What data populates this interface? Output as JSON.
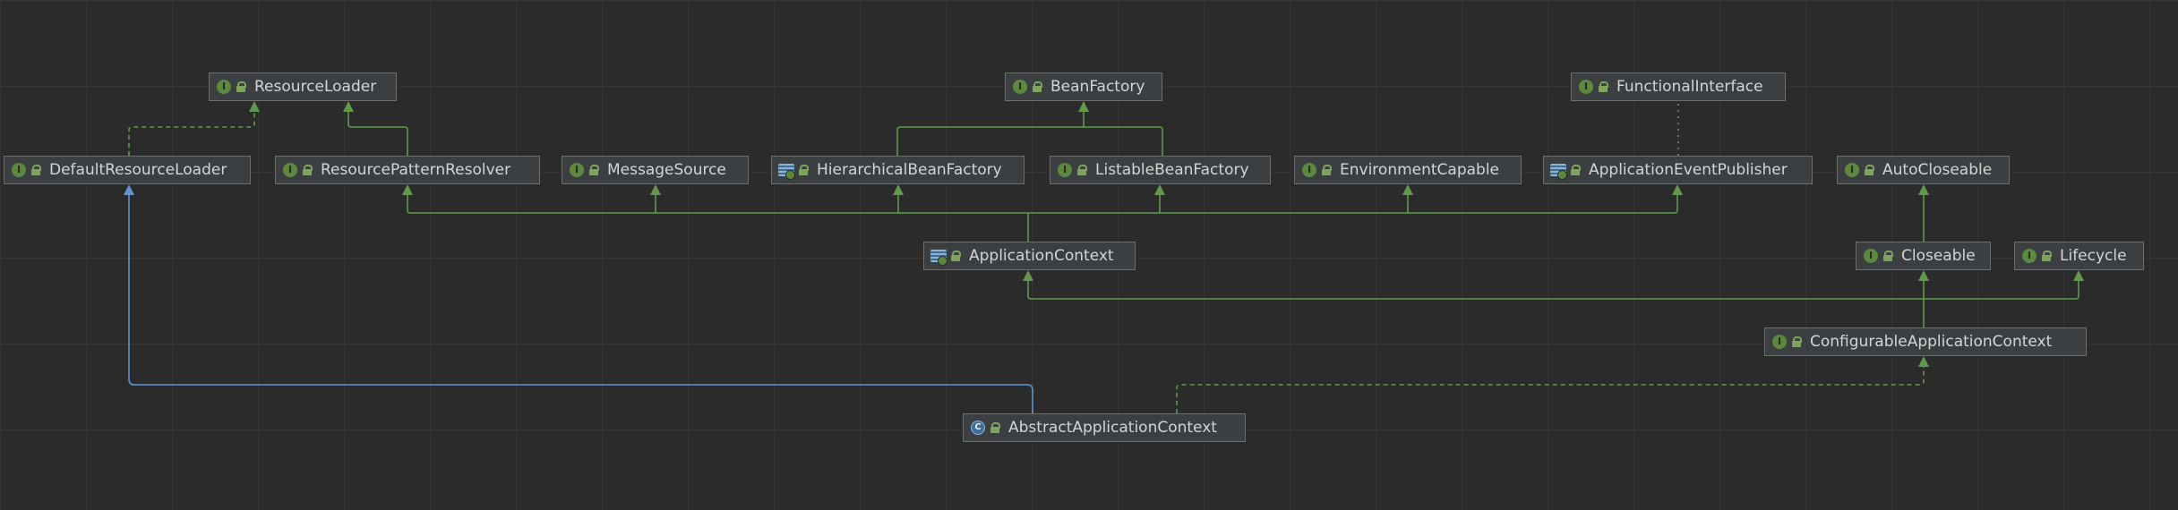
{
  "diagram": {
    "colors": {
      "background": "#2b2b2b",
      "extends_edge": "#5f9b4b",
      "implements_edge": "#5f9b4b",
      "class_extends_edge": "#5c93d8"
    },
    "nodes": [
      {
        "id": "resource-loader",
        "label": "ResourceLoader",
        "kind": "interface",
        "icon": "interface-icon"
      },
      {
        "id": "bean-factory",
        "label": "BeanFactory",
        "kind": "interface",
        "icon": "interface-icon"
      },
      {
        "id": "functional-interface",
        "label": "FunctionalInterface",
        "kind": "annotation",
        "icon": "annotation-icon"
      },
      {
        "id": "default-resource-loader",
        "label": "DefaultResourceLoader",
        "kind": "class",
        "icon": "interface-icon"
      },
      {
        "id": "resource-pattern-resolver",
        "label": "ResourcePatternResolver",
        "kind": "interface",
        "icon": "interface-icon"
      },
      {
        "id": "message-source",
        "label": "MessageSource",
        "kind": "interface",
        "icon": "interface-icon"
      },
      {
        "id": "hierarchical-bean-factory",
        "label": "HierarchicalBeanFactory",
        "kind": "interface",
        "icon": "generic-interface-icon"
      },
      {
        "id": "listable-bean-factory",
        "label": "ListableBeanFactory",
        "kind": "interface",
        "icon": "interface-icon"
      },
      {
        "id": "environment-capable",
        "label": "EnvironmentCapable",
        "kind": "interface",
        "icon": "interface-icon"
      },
      {
        "id": "application-event-publisher",
        "label": "ApplicationEventPublisher",
        "kind": "interface",
        "icon": "generic-interface-icon"
      },
      {
        "id": "auto-closeable",
        "label": "AutoCloseable",
        "kind": "interface",
        "icon": "interface-icon"
      },
      {
        "id": "application-context",
        "label": "ApplicationContext",
        "kind": "interface",
        "icon": "generic-interface-icon"
      },
      {
        "id": "closeable",
        "label": "Closeable",
        "kind": "interface",
        "icon": "interface-icon"
      },
      {
        "id": "lifecycle",
        "label": "Lifecycle",
        "kind": "interface",
        "icon": "interface-icon"
      },
      {
        "id": "configurable-application-context",
        "label": "ConfigurableApplicationContext",
        "kind": "interface",
        "icon": "interface-icon"
      },
      {
        "id": "abstract-application-context",
        "label": "AbstractApplicationContext",
        "kind": "abstract-class",
        "icon": "abstract-class-icon"
      }
    ],
    "edges": [
      {
        "from": "default-resource-loader",
        "to": "resource-loader",
        "type": "implements"
      },
      {
        "from": "resource-pattern-resolver",
        "to": "resource-loader",
        "type": "extends"
      },
      {
        "from": "hierarchical-bean-factory",
        "to": "bean-factory",
        "type": "extends"
      },
      {
        "from": "listable-bean-factory",
        "to": "bean-factory",
        "type": "extends"
      },
      {
        "from": "application-event-publisher",
        "to": "functional-interface",
        "type": "annotated"
      },
      {
        "from": "application-context",
        "to": "resource-pattern-resolver",
        "type": "extends"
      },
      {
        "from": "application-context",
        "to": "message-source",
        "type": "extends"
      },
      {
        "from": "application-context",
        "to": "hierarchical-bean-factory",
        "type": "extends"
      },
      {
        "from": "application-context",
        "to": "listable-bean-factory",
        "type": "extends"
      },
      {
        "from": "application-context",
        "to": "environment-capable",
        "type": "extends"
      },
      {
        "from": "application-context",
        "to": "application-event-publisher",
        "type": "extends"
      },
      {
        "from": "closeable",
        "to": "auto-closeable",
        "type": "extends"
      },
      {
        "from": "configurable-application-context",
        "to": "application-context",
        "type": "extends"
      },
      {
        "from": "configurable-application-context",
        "to": "closeable",
        "type": "extends"
      },
      {
        "from": "configurable-application-context",
        "to": "lifecycle",
        "type": "extends"
      },
      {
        "from": "abstract-application-context",
        "to": "default-resource-loader",
        "type": "class-extends"
      },
      {
        "from": "abstract-application-context",
        "to": "configurable-application-context",
        "type": "implements"
      }
    ]
  }
}
